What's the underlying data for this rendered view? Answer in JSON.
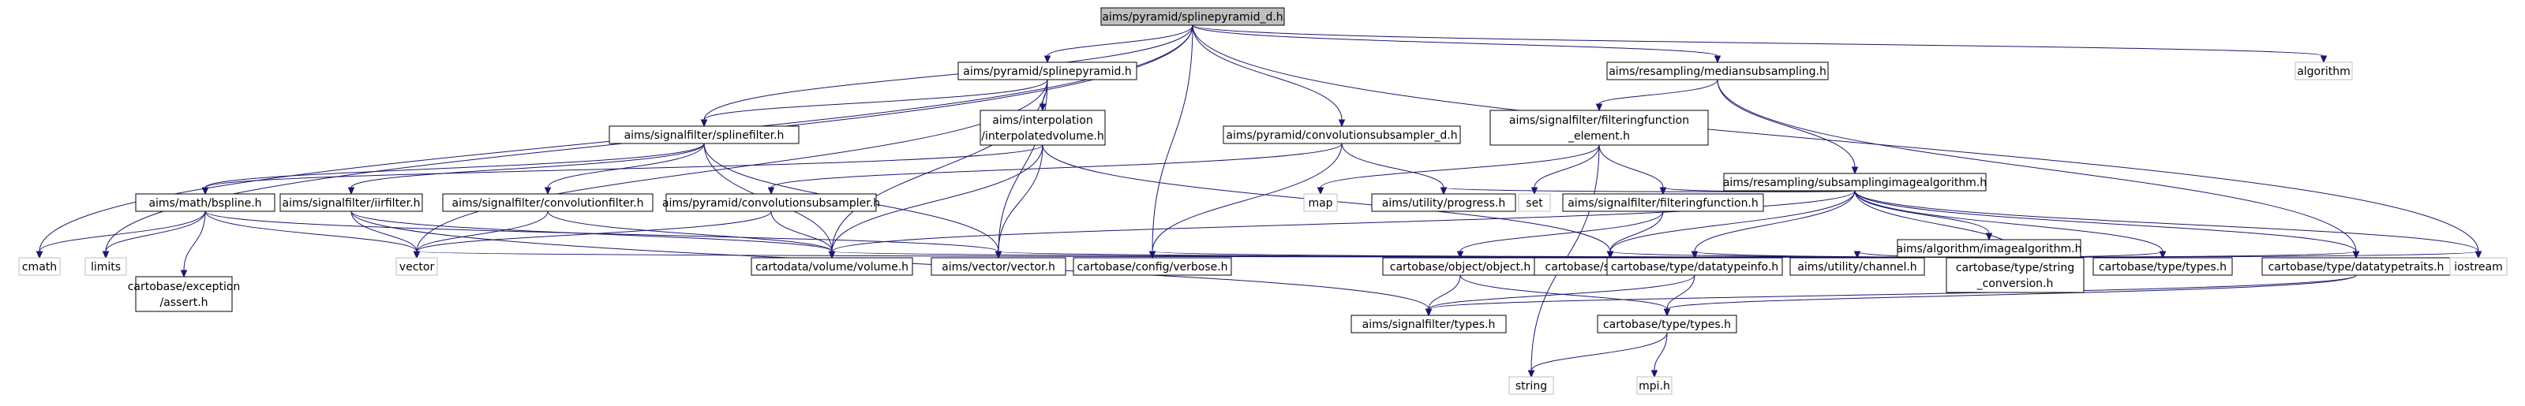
{
  "title": "aims/pyramid/splinepyramid_d.h",
  "colors": {
    "edge": "#191970",
    "node_border": "#000000",
    "root_fill": "#bfbfbf",
    "external_border": "#bfbfbf"
  },
  "nodes": [
    {
      "id": "root",
      "lines": [
        "aims/pyramid/splinepyramid_d.h"
      ],
      "kind": "root"
    },
    {
      "id": "splinepyramid",
      "lines": [
        "aims/pyramid/splinepyramid.h"
      ],
      "kind": "normal"
    },
    {
      "id": "mediansub",
      "lines": [
        "aims/resampling/mediansubsampling.h"
      ],
      "kind": "normal"
    },
    {
      "id": "algorithm",
      "lines": [
        "algorithm"
      ],
      "kind": "ext"
    },
    {
      "id": "splinefilter",
      "lines": [
        "aims/signalfilter/splinefilter.h"
      ],
      "kind": "normal"
    },
    {
      "id": "interpvol",
      "lines": [
        "aims/interpolation",
        "/interpolatedvolume.h"
      ],
      "kind": "normal"
    },
    {
      "id": "convsubd",
      "lines": [
        "aims/pyramid/convolutionsubsampler_d.h"
      ],
      "kind": "normal"
    },
    {
      "id": "filtfuncelem",
      "lines": [
        "aims/signalfilter/filteringfunction",
        "_element.h"
      ],
      "kind": "normal"
    },
    {
      "id": "subimgalg",
      "lines": [
        "aims/resampling/subsamplingimagealgorithm.h"
      ],
      "kind": "normal"
    },
    {
      "id": "bspline",
      "lines": [
        "aims/math/bspline.h"
      ],
      "kind": "normal"
    },
    {
      "id": "iirfilter",
      "lines": [
        "aims/signalfilter/iirfilter.h"
      ],
      "kind": "normal"
    },
    {
      "id": "convfilter",
      "lines": [
        "aims/signalfilter/convolutionfilter.h"
      ],
      "kind": "normal"
    },
    {
      "id": "convsub",
      "lines": [
        "aims/pyramid/convolutionsubsampler.h"
      ],
      "kind": "normal"
    },
    {
      "id": "map",
      "lines": [
        "map"
      ],
      "kind": "ext"
    },
    {
      "id": "progress",
      "lines": [
        "aims/utility/progress.h"
      ],
      "kind": "normal"
    },
    {
      "id": "set",
      "lines": [
        "set"
      ],
      "kind": "ext"
    },
    {
      "id": "filtfunc",
      "lines": [
        "aims/signalfilter/filteringfunction.h"
      ],
      "kind": "normal"
    },
    {
      "id": "imgalg",
      "lines": [
        "aims/algorithm/imagealgorithm.h"
      ],
      "kind": "normal"
    },
    {
      "id": "cmath",
      "lines": [
        "cmath"
      ],
      "kind": "ext"
    },
    {
      "id": "limits",
      "lines": [
        "limits"
      ],
      "kind": "ext"
    },
    {
      "id": "assert",
      "lines": [
        "cartobase/exception",
        "/assert.h"
      ],
      "kind": "normal"
    },
    {
      "id": "vector",
      "lines": [
        "vector"
      ],
      "kind": "ext"
    },
    {
      "id": "volume",
      "lines": [
        "cartodata/volume/volume.h"
      ],
      "kind": "normal"
    },
    {
      "id": "aimsvector",
      "lines": [
        "aims/vector/vector.h"
      ],
      "kind": "normal"
    },
    {
      "id": "verbose",
      "lines": [
        "cartobase/config/verbose.h"
      ],
      "kind": "normal"
    },
    {
      "id": "object",
      "lines": [
        "cartobase/object/object.h"
      ],
      "kind": "normal"
    },
    {
      "id": "rcptr",
      "lines": [
        "cartobase/smart/rcptr.h"
      ],
      "kind": "normal"
    },
    {
      "id": "datatypeinfo",
      "lines": [
        "cartobase/type/datatypeinfo.h"
      ],
      "kind": "normal"
    },
    {
      "id": "channel",
      "lines": [
        "aims/utility/channel.h"
      ],
      "kind": "normal"
    },
    {
      "id": "strconv",
      "lines": [
        "cartobase/type/string",
        "_conversion.h"
      ],
      "kind": "normal"
    },
    {
      "id": "ctypes",
      "lines": [
        "cartobase/type/types.h"
      ],
      "kind": "normal"
    },
    {
      "id": "dtraits",
      "lines": [
        "cartobase/type/datatypetraits.h"
      ],
      "kind": "normal"
    },
    {
      "id": "iostream",
      "lines": [
        "iostream"
      ],
      "kind": "ext"
    },
    {
      "id": "sigtypes",
      "lines": [
        "aims/signalfilter/types.h"
      ],
      "kind": "normal"
    },
    {
      "id": "ctypes2",
      "lines": [
        "cartobase/type/types.h"
      ],
      "kind": "normal"
    },
    {
      "id": "string",
      "lines": [
        "string"
      ],
      "kind": "ext"
    },
    {
      "id": "mpi",
      "lines": [
        "mpi.h"
      ],
      "kind": "ext"
    }
  ],
  "edges": [
    [
      "root",
      "splinepyramid"
    ],
    [
      "root",
      "mediansub"
    ],
    [
      "root",
      "algorithm"
    ],
    [
      "root",
      "splinefilter"
    ],
    [
      "root",
      "convsubd"
    ],
    [
      "root",
      "cmath"
    ],
    [
      "root",
      "limits"
    ],
    [
      "root",
      "verbose"
    ],
    [
      "root",
      "iostream"
    ],
    [
      "splinepyramid",
      "splinefilter"
    ],
    [
      "splinepyramid",
      "interpvol"
    ],
    [
      "splinepyramid",
      "volume"
    ],
    [
      "splinepyramid",
      "aimsvector"
    ],
    [
      "splinepyramid",
      "vector"
    ],
    [
      "mediansub",
      "filtfuncelem"
    ],
    [
      "mediansub",
      "subimgalg"
    ],
    [
      "mediansub",
      "dtraits"
    ],
    [
      "splinefilter",
      "bspline"
    ],
    [
      "splinefilter",
      "iirfilter"
    ],
    [
      "splinefilter",
      "convfilter"
    ],
    [
      "splinefilter",
      "volume"
    ],
    [
      "splinefilter",
      "aimsvector"
    ],
    [
      "interpvol",
      "bspline"
    ],
    [
      "interpvol",
      "volume"
    ],
    [
      "interpvol",
      "aimsvector"
    ],
    [
      "interpvol",
      "rcptr"
    ],
    [
      "convsubd",
      "convsub"
    ],
    [
      "convsubd",
      "progress"
    ],
    [
      "convsubd",
      "verbose"
    ],
    [
      "filtfuncelem",
      "map"
    ],
    [
      "filtfuncelem",
      "set"
    ],
    [
      "filtfuncelem",
      "filtfunc"
    ],
    [
      "filtfuncelem",
      "string"
    ],
    [
      "subimgalg",
      "progress"
    ],
    [
      "subimgalg",
      "filtfunc"
    ],
    [
      "subimgalg",
      "imgalg"
    ],
    [
      "subimgalg",
      "rcptr"
    ],
    [
      "subimgalg",
      "datatypeinfo"
    ],
    [
      "subimgalg",
      "strconv"
    ],
    [
      "subimgalg",
      "ctypes"
    ],
    [
      "subimgalg",
      "dtraits"
    ],
    [
      "subimgalg",
      "iostream"
    ],
    [
      "subimgalg",
      "volume"
    ],
    [
      "bspline",
      "cmath"
    ],
    [
      "bspline",
      "limits"
    ],
    [
      "bspline",
      "assert"
    ],
    [
      "bspline",
      "vector"
    ],
    [
      "bspline",
      "aimsvector"
    ],
    [
      "iirfilter",
      "vector"
    ],
    [
      "iirfilter",
      "volume"
    ],
    [
      "iirfilter",
      "sigtypes"
    ],
    [
      "convfilter",
      "vector"
    ],
    [
      "convfilter",
      "volume"
    ],
    [
      "convsub",
      "vector"
    ],
    [
      "convsub",
      "volume"
    ],
    [
      "filtfunc",
      "object"
    ],
    [
      "filtfunc",
      "rcptr"
    ],
    [
      "imgalg",
      "vector"
    ],
    [
      "imgalg",
      "volume"
    ],
    [
      "imgalg",
      "aimsvector"
    ],
    [
      "imgalg",
      "verbose"
    ],
    [
      "imgalg",
      "rcptr"
    ],
    [
      "imgalg",
      "datatypeinfo"
    ],
    [
      "imgalg",
      "channel"
    ],
    [
      "imgalg",
      "strconv"
    ],
    [
      "imgalg",
      "ctypes"
    ],
    [
      "imgalg",
      "dtraits"
    ],
    [
      "imgalg",
      "iostream"
    ],
    [
      "object",
      "sigtypes"
    ],
    [
      "object",
      "ctypes2"
    ],
    [
      "datatypeinfo",
      "sigtypes"
    ],
    [
      "datatypeinfo",
      "ctypes2"
    ],
    [
      "dtraits",
      "sigtypes"
    ],
    [
      "dtraits",
      "ctypes2"
    ],
    [
      "ctypes2",
      "string"
    ],
    [
      "ctypes2",
      "mpi"
    ]
  ]
}
